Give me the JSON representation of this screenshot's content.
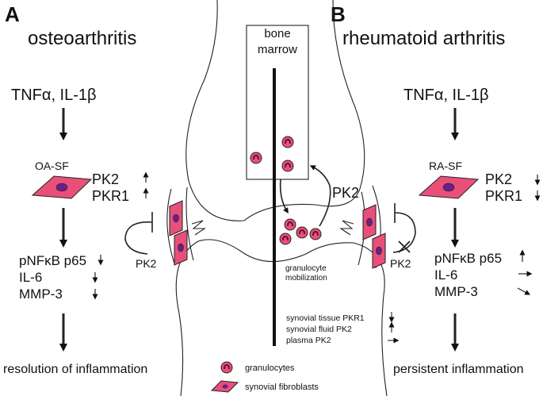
{
  "panel_a": {
    "letter": "A",
    "title": "osteoarthritis",
    "stimulus": "TNFα, IL-1β",
    "cell_label": "OA-SF",
    "pk2": "PK2",
    "pkr1": "PKR1",
    "pk2_feedback": "PK2",
    "outputs": [
      "pNFκB p65",
      "IL-6",
      "MMP-3"
    ],
    "outcome": "resolution of inflammation"
  },
  "panel_b": {
    "letter": "B",
    "title": "rheumatoid arthritis",
    "stimulus": "TNFα, IL-1β",
    "cell_label": "RA-SF",
    "pk2": "PK2",
    "pkr1": "PKR1",
    "pk2_feedback": "PK2",
    "outputs": [
      "pNFκB p65",
      "IL-6",
      "MMP-3"
    ],
    "outcome": "persistent inflammation"
  },
  "center": {
    "bone_marrow_line1": "bone",
    "bone_marrow_line2": "marrow",
    "pk2_center": "PK2",
    "mobilization_line1": "granulocyte",
    "mobilization_line2": "mobilization",
    "measures": [
      "synovial tissue PKR1",
      "synovial fluid PK2",
      "plasma PK2"
    ]
  },
  "legend": {
    "granulocytes": "granulocytes",
    "fibroblasts": "synovial fibroblasts"
  },
  "colors": {
    "fibroblast_fill": "#e8507a",
    "nucleus_fill": "#6a1f8a",
    "granulocyte_fill": "#e8507a",
    "granulocyte_nucleus": "#7a1f3a"
  }
}
